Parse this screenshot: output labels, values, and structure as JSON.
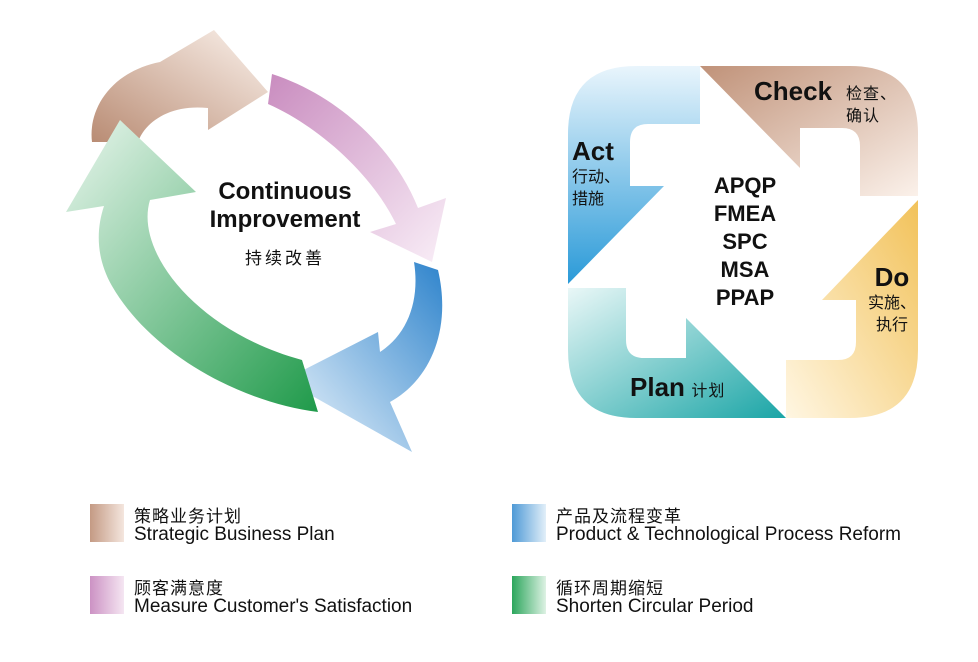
{
  "cycle": {
    "title_line1": "Continuous",
    "title_line2": "Improvement",
    "title_cn": "持续改善"
  },
  "pdca": {
    "check": {
      "label": "Check",
      "cn_line1": "检查、",
      "cn_line2": "确认",
      "color": "#cda48f"
    },
    "do": {
      "label": "Do",
      "cn_line1": "实施、",
      "cn_line2": "执行",
      "color": "#f3c86a"
    },
    "plan": {
      "label": "Plan",
      "cn": "计划",
      "color": "#2fb3b5"
    },
    "act": {
      "label": "Act",
      "cn_line1": "行动、",
      "cn_line2": "措施",
      "color": "#3aa6de"
    },
    "tools": [
      "APQP",
      "FMEA",
      "SPC",
      "MSA",
      "PPAP"
    ]
  },
  "legend": [
    {
      "cn": "策略业务计划",
      "en": "Strategic Business Plan",
      "color": "#c9a08a"
    },
    {
      "cn": "产品及流程变革",
      "en": "Product & Technological Process Reform",
      "color": "#5aa4d8"
    },
    {
      "cn": "顾客满意度",
      "en": "Measure Customer's Satisfaction",
      "color": "#cf9ec8"
    },
    {
      "cn": "循环周期缩短",
      "en": "Shorten Circular Period",
      "color": "#3cae6a"
    }
  ]
}
